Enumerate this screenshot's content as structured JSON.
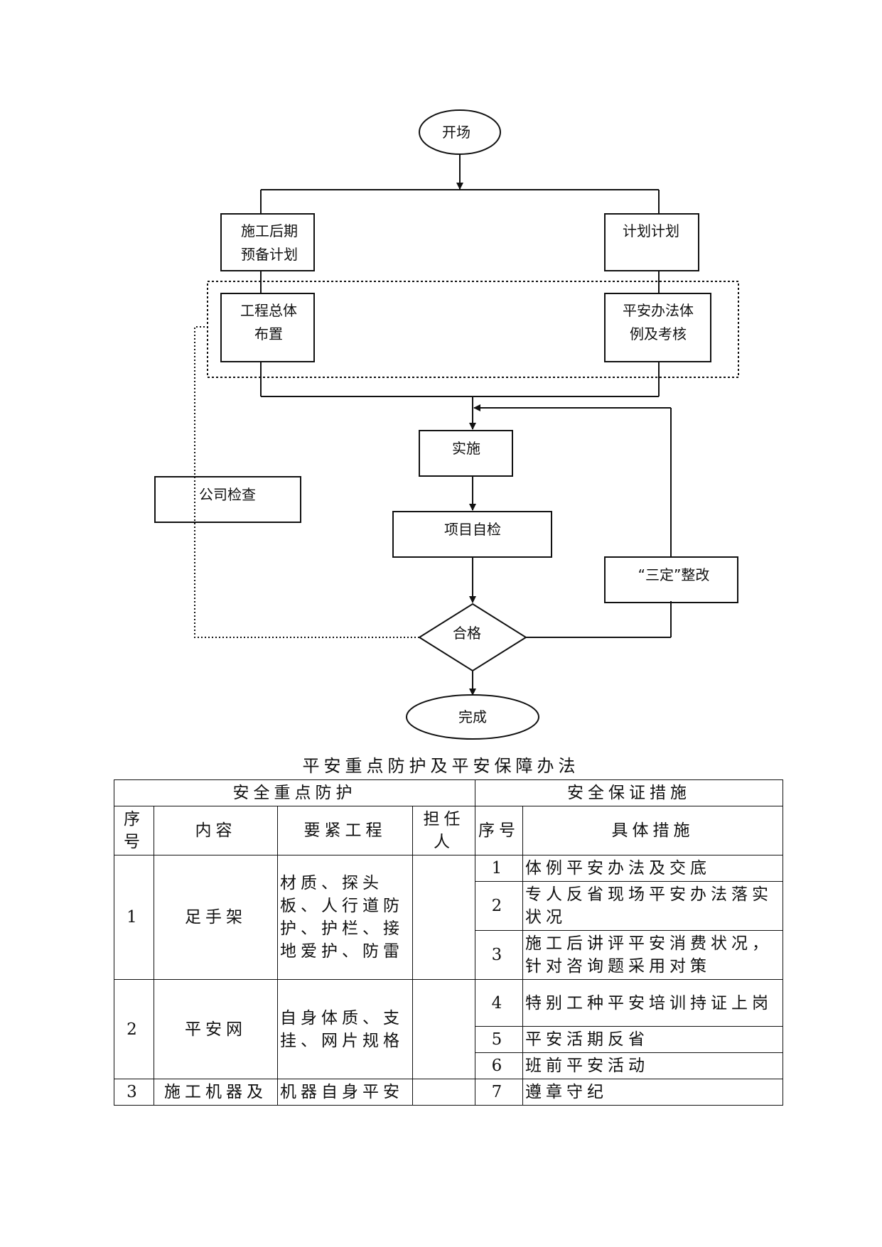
{
  "flowchart": {
    "start": "开场",
    "construction_prep": [
      "施工后期",
      "预备计划"
    ],
    "plan": "计划计划",
    "overall_layout": [
      "工程总体",
      "布置"
    ],
    "safety_system": [
      "平安办法体",
      "例及考核"
    ],
    "implement": "实施",
    "company_check": "公司检查",
    "self_check": "项目自检",
    "rectify": "“三定”整改",
    "qualified": "合格",
    "finish": "完成"
  },
  "caption": "平安重点防护及平安保障办法",
  "table": {
    "group_left": "安全重点防护",
    "group_right": "安全保证措施",
    "headers": {
      "seq": "序号",
      "content": "内容",
      "key_item": "要紧工程",
      "person": "担任人",
      "seq2": "序号",
      "measure": "具体措施"
    },
    "rows": [
      {
        "seq": "1",
        "content": "足手架",
        "key_item": "材质、探头板、人行道防护、护栏、接地爱护、防雷",
        "person": ""
      },
      {
        "seq": "2",
        "content": "平安网",
        "key_item": "自身体质、支挂、网片规格",
        "person": ""
      },
      {
        "seq": "3",
        "content": "施工机器及",
        "key_item": "机器自身平安",
        "person": ""
      }
    ],
    "measures": [
      {
        "seq": "1",
        "text": "体例平安办法及交底"
      },
      {
        "seq": "2",
        "text": "专人反省现场平安办法落实状况"
      },
      {
        "seq": "3",
        "text": "施工后讲评平安消费状况，针对咨询题采用对策"
      },
      {
        "seq": "4",
        "text": "特别工种平安培训持证上岗"
      },
      {
        "seq": "5",
        "text": "平安活期反省"
      },
      {
        "seq": "6",
        "text": "班前平安活动"
      },
      {
        "seq": "7",
        "text": "遵章守纪"
      }
    ]
  }
}
